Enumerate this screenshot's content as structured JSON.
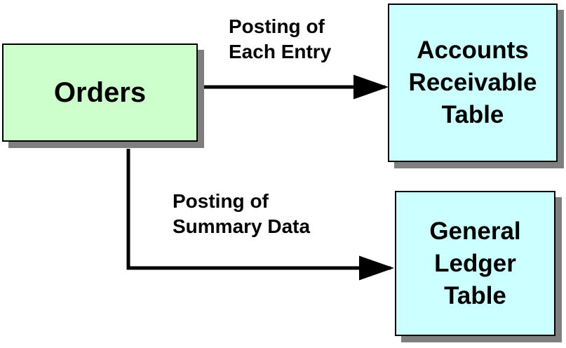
{
  "colors": {
    "orders_fill": "#ccffcc",
    "table_fill": "#ccffff",
    "shadow": "#7f7f7f",
    "line": "#000000"
  },
  "nodes": {
    "orders": {
      "label": "Orders"
    },
    "accounts_receivable": {
      "line1": "Accounts",
      "line2": "Receivable",
      "line3": "Table"
    },
    "general_ledger": {
      "line1": "General",
      "line2": "Ledger",
      "line3": "Table"
    }
  },
  "edges": {
    "each_entry": {
      "line1": "Posting of",
      "line2": "Each Entry"
    },
    "summary_data": {
      "line1": "Posting of",
      "line2": "Summary Data"
    }
  }
}
